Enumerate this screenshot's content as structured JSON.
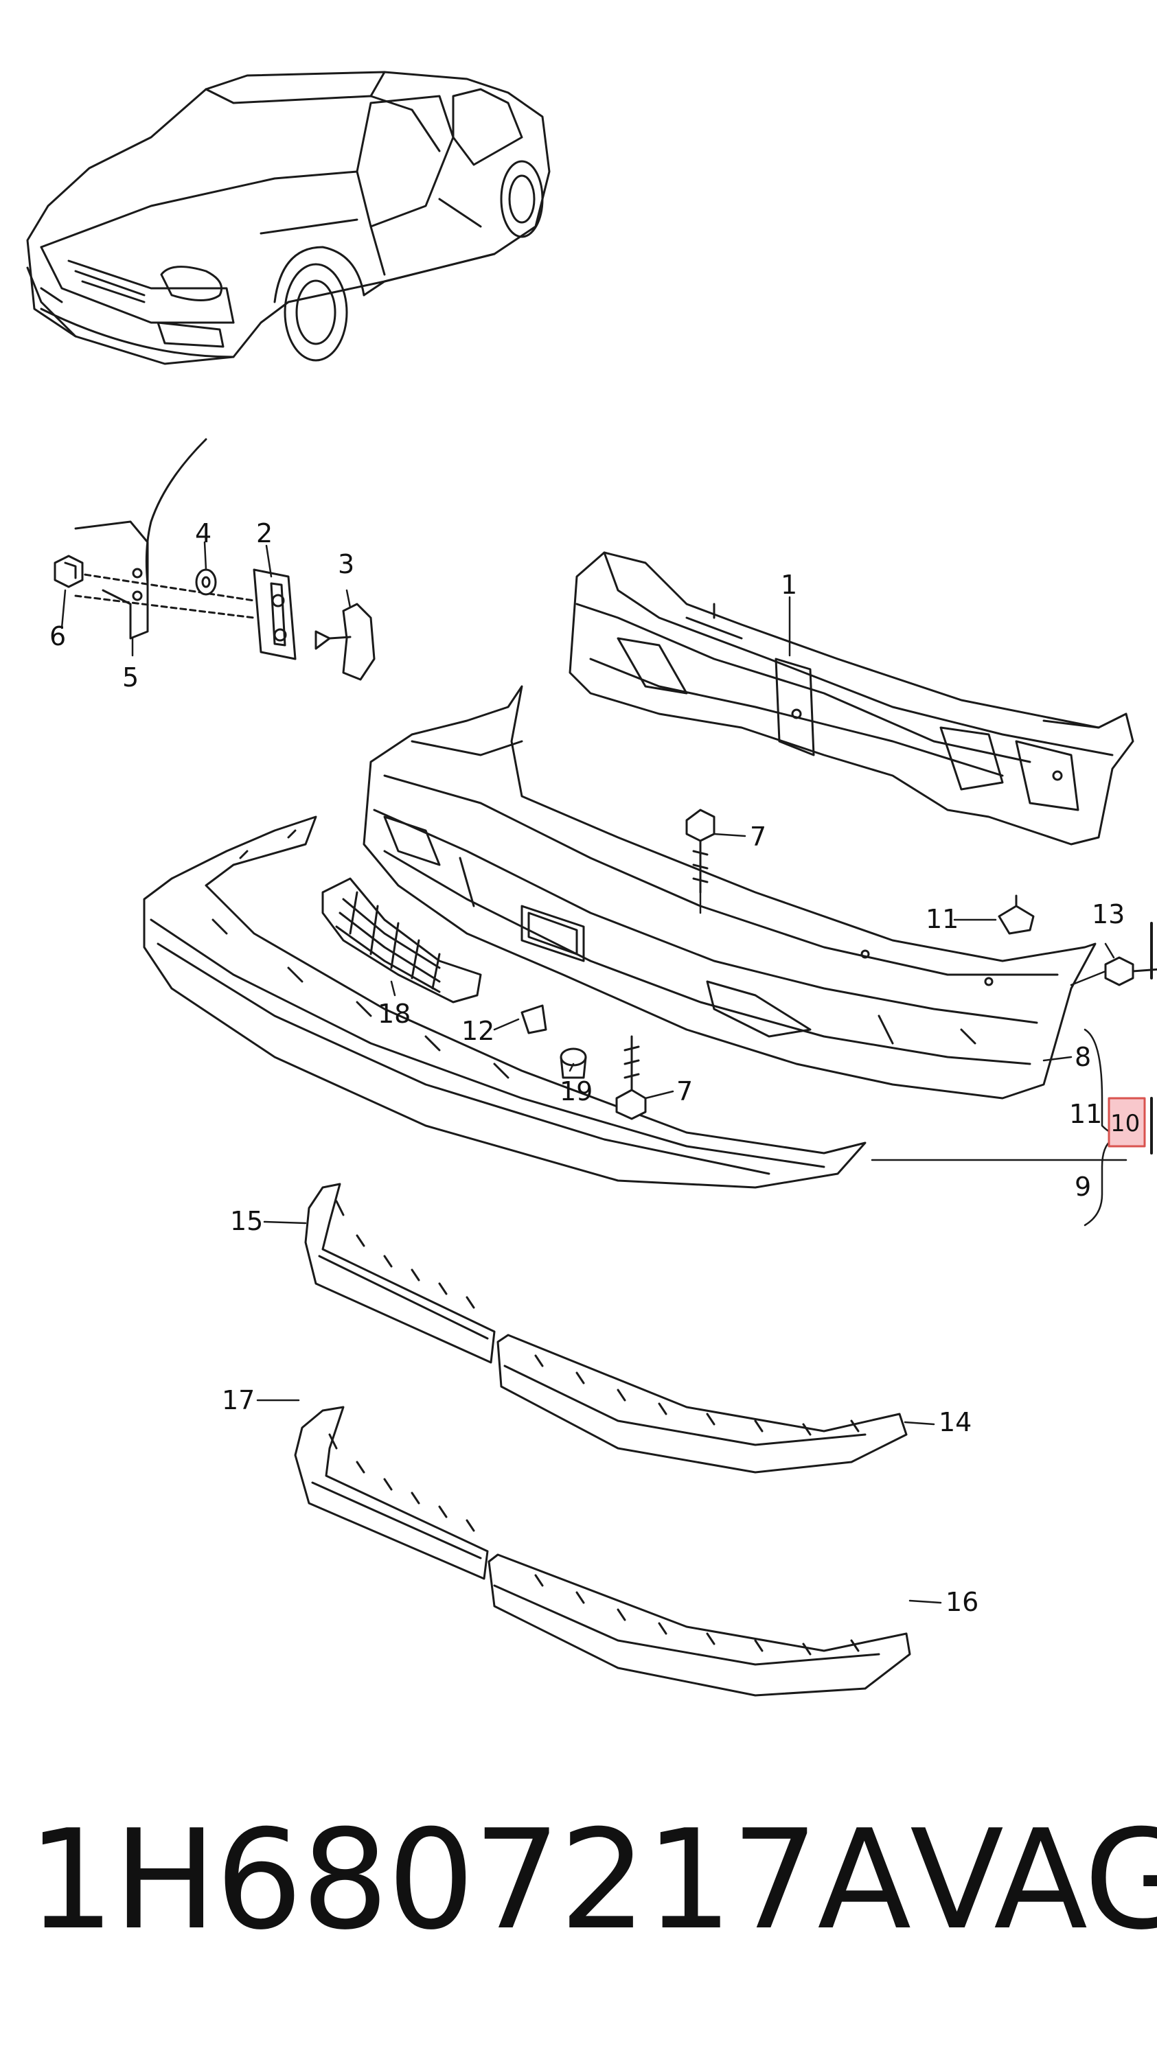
{
  "callouts": {
    "p1": "1",
    "p2": "2",
    "p3": "3",
    "p4": "4",
    "p5": "5",
    "p6": "6",
    "p7a": "7",
    "p7b": "7",
    "p8": "8",
    "p9": "9",
    "p10": "10",
    "p11a": "11",
    "p11b": "11",
    "p12": "12",
    "p13": "13",
    "p14": "14",
    "p15": "15",
    "p16": "16",
    "p17": "17",
    "p18": "18",
    "p19": "19"
  },
  "highlight": {
    "part": "10",
    "color": "#f8c8cc",
    "border": "#d9534f"
  },
  "caption": {
    "part_number": "1H6807217A",
    "brand": "VAG"
  }
}
